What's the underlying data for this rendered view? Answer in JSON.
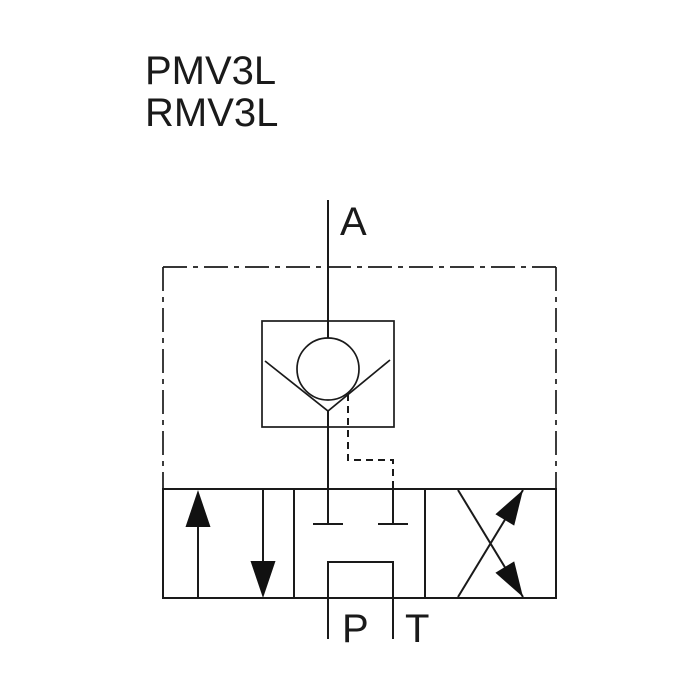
{
  "page": {
    "background": "#ffffff"
  },
  "style": {
    "line_color": "#1a1a1a",
    "arrow_fill_color": "#111111"
  },
  "title": {
    "line1": "PMV3L",
    "line2": "RMV3L"
  },
  "ports": {
    "work_port": "A",
    "pressure_port": "P",
    "tank_port": "T"
  },
  "components": {
    "enclosure": "valve-assembly-dashdot-boundary",
    "check_valve": "ball-seat-check-valve",
    "pilot_line": "dashed-pilot-control-line",
    "directional_valve": "three-position-directional-spool",
    "left_position": "parallel-flow-arrows-up-down",
    "center_position": "blocked-A-with-P-T-bridge",
    "right_position": "crossed-flow-arrows"
  }
}
